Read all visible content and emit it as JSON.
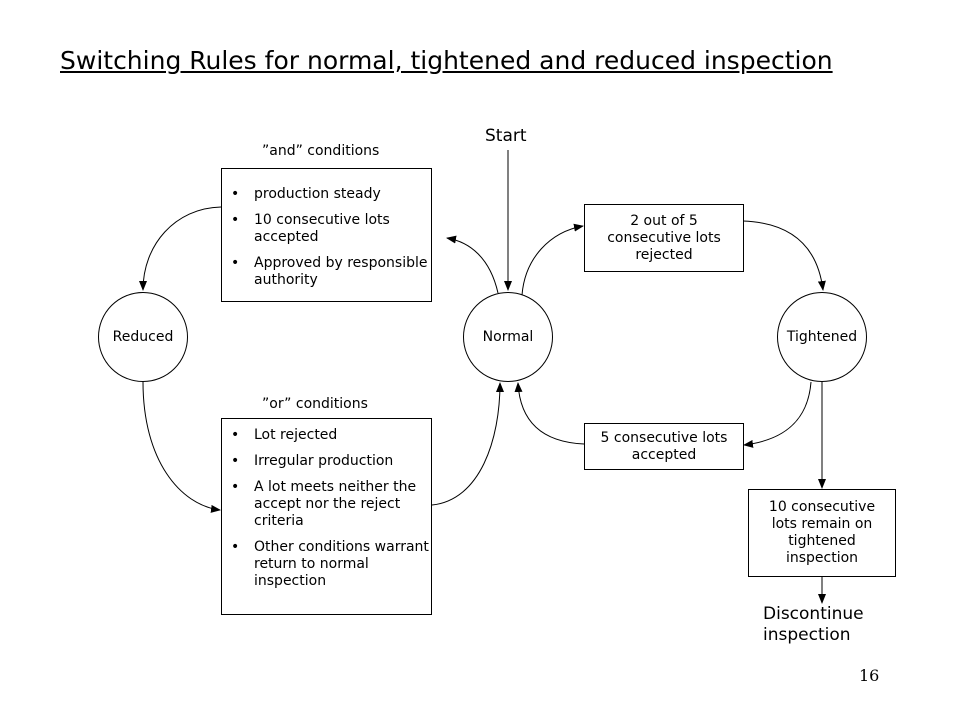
{
  "title": "Switching Rules for normal, tightened and reduced inspection",
  "start_label": "Start",
  "states": {
    "reduced": "Reduced",
    "normal": "Normal",
    "tightened": "Tightened"
  },
  "and_heading": "”and” conditions",
  "and_conditions": [
    "production steady",
    "10 consecutive lots accepted",
    "Approved by responsible authority"
  ],
  "or_heading": "”or” conditions",
  "or_conditions": [
    "Lot rejected",
    "Irregular production",
    "A lot meets neither the accept nor the reject criteria",
    "Other conditions warrant return to normal inspection"
  ],
  "to_tightened": "2 out of 5 consecutive lots rejected",
  "to_normal": "5 consecutive lots accepted",
  "to_discontinue": "10 consecutive lots remain on tightened inspection",
  "discontinue": "Discontinue inspection",
  "page_number": "16"
}
